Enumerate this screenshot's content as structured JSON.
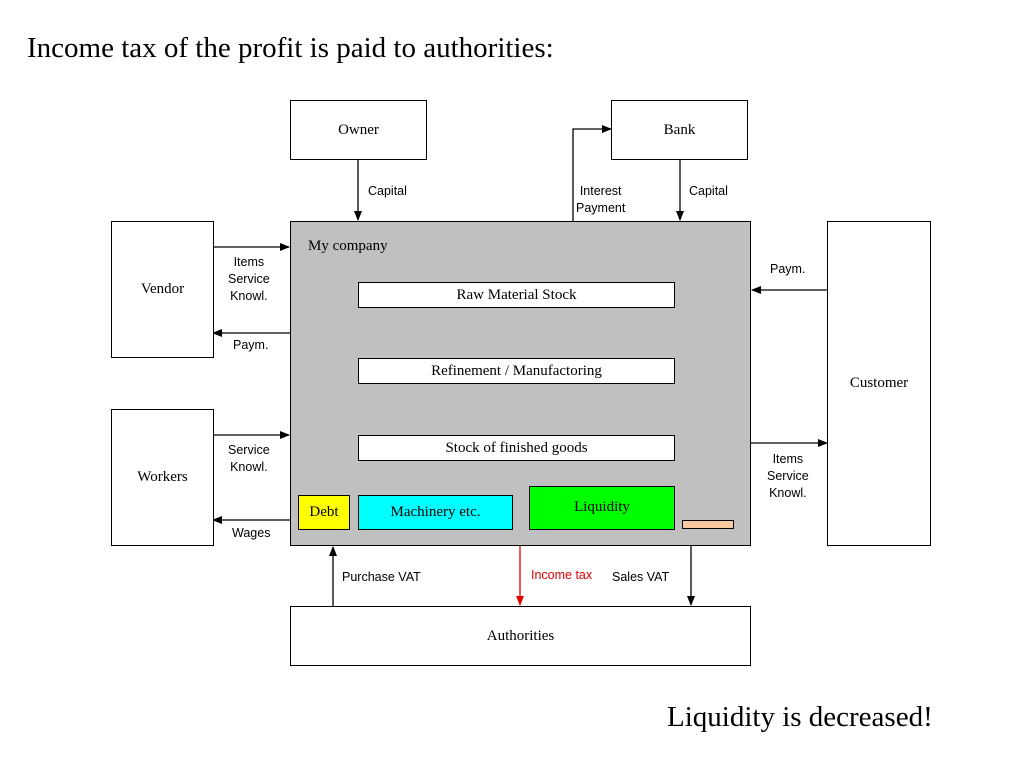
{
  "title": "Income tax of the profit is paid to authorities:",
  "conclusion": "Liquidity is decreased!",
  "nodes": {
    "owner": "Owner",
    "bank": "Bank",
    "vendor": "Vendor",
    "workers": "Workers",
    "customer": "Customer",
    "authorities": "Authorities",
    "my_company": "My company",
    "raw_material_stock": "Raw Material Stock",
    "refinement": "Refinement / Manufactoring",
    "finished_goods": "Stock of finished goods",
    "debt": "Debt",
    "machinery": "Machinery etc.",
    "liquidity": "Liquidity"
  },
  "edge_labels": {
    "owner_capital": "Capital",
    "interest_line1": "Interest",
    "interest_line2": "Payment",
    "bank_capital": "Capital",
    "vendor_items_line1": "Items",
    "vendor_items_line2": "Service",
    "vendor_items_line3": "Knowl.",
    "vendor_paym": "Paym.",
    "workers_service_line1": "Service",
    "workers_service_line2": "Knowl.",
    "wages": "Wages",
    "customer_paym": "Paym.",
    "customer_items_line1": "Items",
    "customer_items_line2": "Service",
    "customer_items_line3": "Knowl.",
    "purchase_vat": "Purchase VAT",
    "income_tax": "Income tax",
    "sales_vat": "Sales VAT"
  },
  "colors": {
    "company_fill": "#c0c0c0",
    "debt_fill": "#ffff00",
    "machinery_fill": "#00ffff",
    "liquidity_fill": "#00ff00",
    "income_tax_highlight": "#ff0000",
    "liquidity_decrease_bar": "#f8c8a0"
  }
}
